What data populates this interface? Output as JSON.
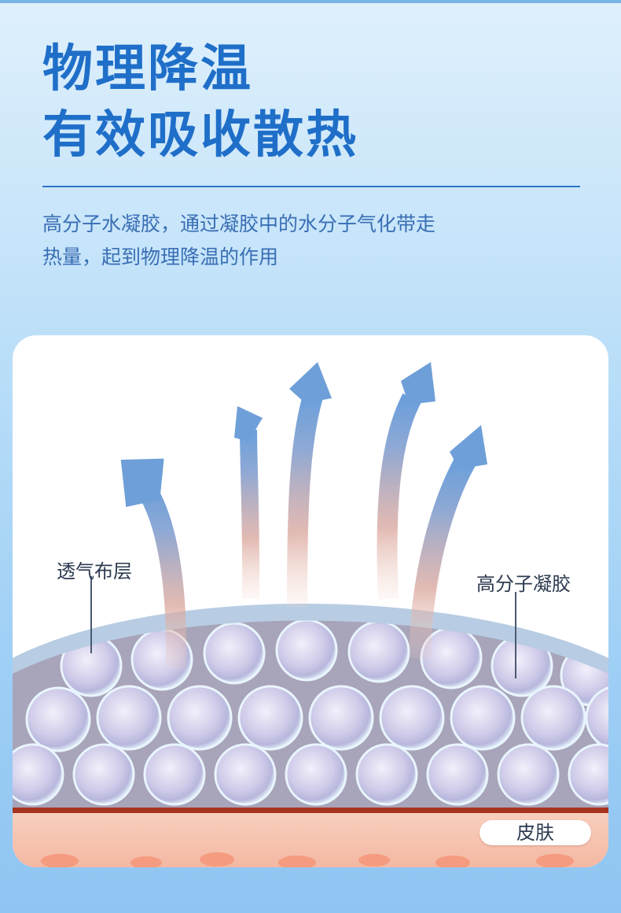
{
  "headline": {
    "line1": "物理降温",
    "line2": "有效吸收散热"
  },
  "description": {
    "line1": "高分子水凝胶，通过凝胶中的水分子气化带走",
    "line2": "热量，起到物理降温的作用"
  },
  "diagram": {
    "labels": {
      "vent_layer": "透气布层",
      "gel": "高分子凝胶",
      "skin": "皮肤"
    }
  },
  "colors": {
    "headline": "#1f6fc9",
    "description": "#3a6fb5",
    "arrow_top": "#6e9fd6",
    "arrow_bottom": "#e7b9ae",
    "skin": "#f7c8b4",
    "skin_border": "#a7341f"
  }
}
